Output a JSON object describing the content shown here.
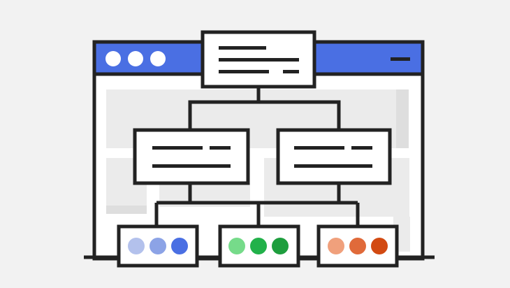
{
  "illustration": {
    "subject": "browser-window-hierarchy",
    "colors": {
      "background": "#f2f2f2",
      "outline": "#222222",
      "titlebar": "#4a6fe3",
      "window_body": "#ffffff",
      "placeholder_panels": "#ebebeb",
      "placeholder_dark": "#dedede",
      "card_fill": "#ffffff"
    },
    "window": {
      "title_dots": [
        "white",
        "white",
        "white"
      ],
      "minimize_bar": true
    },
    "root_node": {
      "text_lines": 3
    },
    "mid_nodes": [
      {
        "text_lines": 2
      },
      {
        "text_lines": 2
      }
    ],
    "leaf_nodes": [
      {
        "dots": [
          "#b3c1ec",
          "#8ca3e6",
          "#4a6fe3"
        ]
      },
      {
        "dots": [
          "#76db8a",
          "#22b14a",
          "#1e9e3e"
        ]
      },
      {
        "dots": [
          "#f0a07c",
          "#e06a3a",
          "#d24a12"
        ]
      }
    ]
  }
}
